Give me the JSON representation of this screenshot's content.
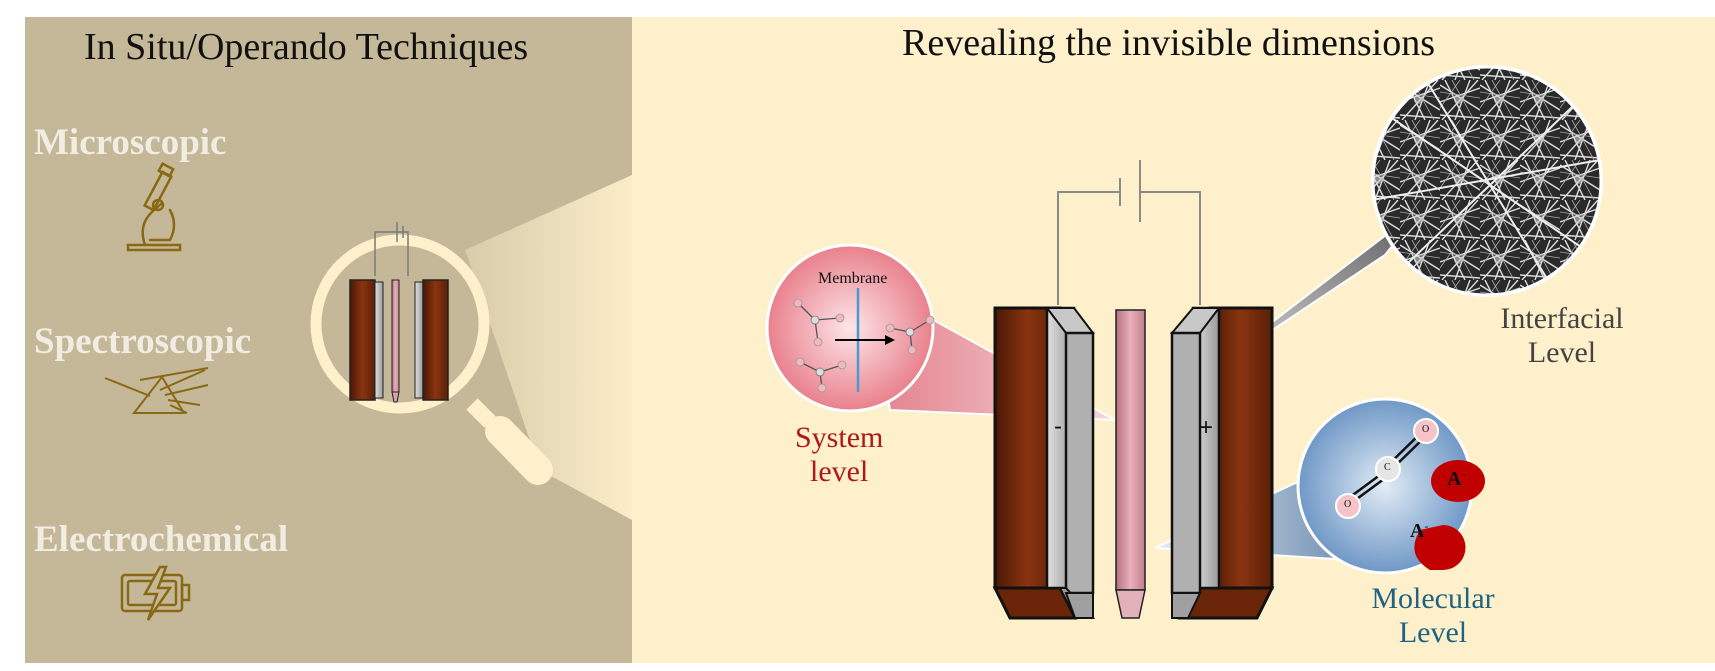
{
  "left": {
    "title": "In Situ/Operando Techniques",
    "categories": [
      {
        "label": "Microscopic",
        "icon": "microscope-icon"
      },
      {
        "label": "Spectroscopic",
        "icon": "prism-icon"
      },
      {
        "label": "Electrochemical",
        "icon": "battery-icon"
      }
    ]
  },
  "right": {
    "title": "Revealing the invisible dimensions",
    "system": {
      "line1": "System",
      "line2": "level",
      "membrane": "Membrane"
    },
    "interfacial": {
      "line1": "Interfacial",
      "line2": "Level"
    },
    "molecular": {
      "line1": "Molecular",
      "line2": "Level",
      "atom_o": "O",
      "atom_c": "C",
      "anion1": "A",
      "anion1_sup": "-",
      "anion2": "A",
      "anion2_sup": "-"
    },
    "electrode_minus": "-",
    "electrode_plus": "+"
  },
  "colors": {
    "left_bg": "#c4b898",
    "right_bg": "#fdf0ca",
    "icon_gold": "#8a6914",
    "system_red": "#b01818",
    "molecular_blue": "#1f6282",
    "electrode_brown": "#7a2a08",
    "membrane_pink": "#d08e9a"
  }
}
